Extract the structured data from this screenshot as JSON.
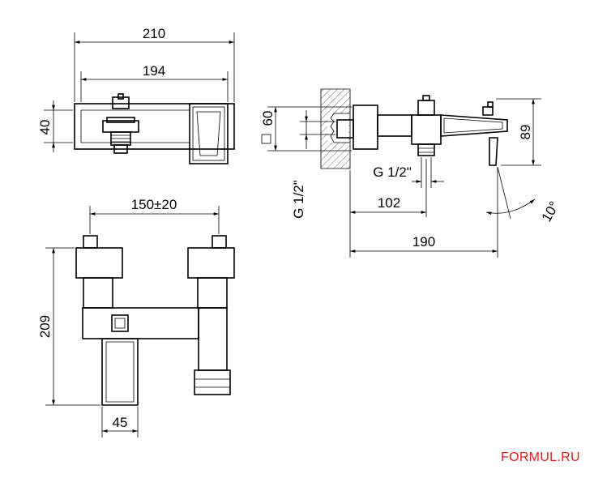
{
  "dimensions": {
    "top_view": {
      "overall_width": "210",
      "inner_width": "194",
      "height": "40"
    },
    "front_view": {
      "center_distance": "150±20",
      "height": "209",
      "spout_width": "45"
    },
    "side_view": {
      "pipe_height": "60",
      "thread_vertical": "G 1/2\"",
      "thread_horizontal": "G 1/2\"",
      "spacing": "102",
      "total_depth": "190",
      "height": "89",
      "angle": "10°"
    }
  },
  "brand": {
    "watermark": "FORMUL.RU",
    "color": "#e02020"
  }
}
